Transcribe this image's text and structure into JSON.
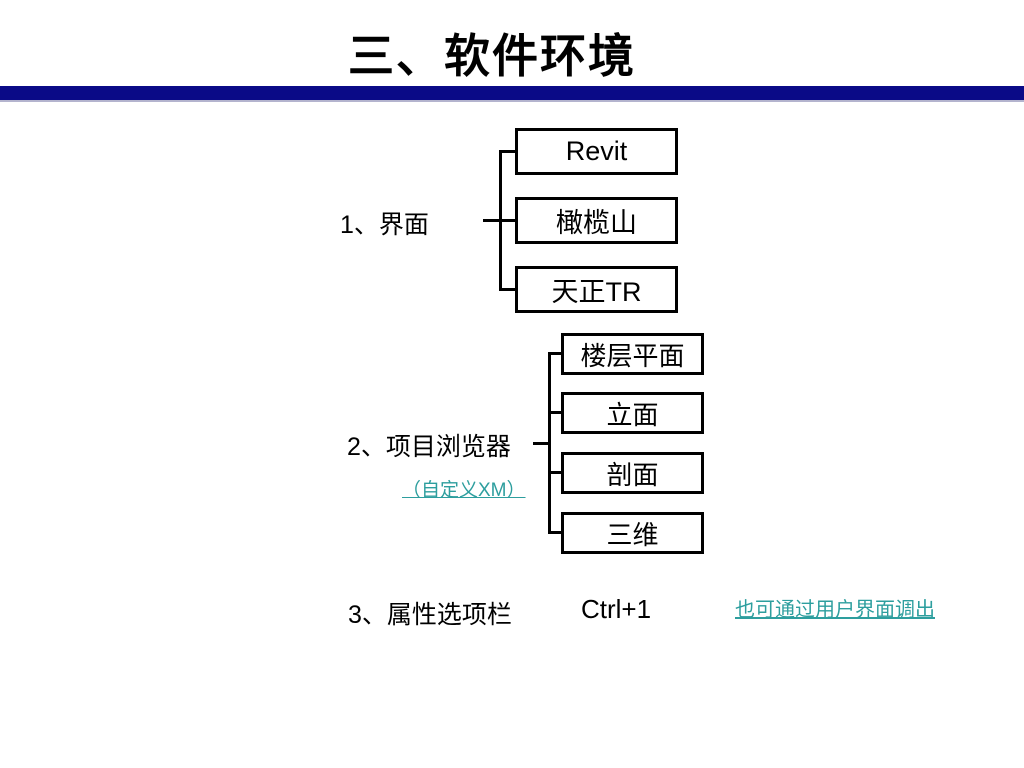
{
  "slide": {
    "title": "三、软件环境"
  },
  "colors": {
    "divider_bar": "#0a0a87",
    "link": "#2d9e9e",
    "line": "#000000",
    "box_border": "#000000"
  },
  "diagram": {
    "groups": [
      {
        "label": "1、界面",
        "boxes": [
          "Revit",
          "橄榄山",
          "天正TR"
        ]
      },
      {
        "label": "2、项目浏览器",
        "note_link": "（自定义XM）",
        "boxes": [
          "楼层平面",
          "立面",
          "剖面",
          "三维"
        ]
      },
      {
        "label": "3、属性选项栏",
        "shortcut": "Ctrl+1",
        "note_link": "也可通过用户界面调出"
      }
    ]
  }
}
